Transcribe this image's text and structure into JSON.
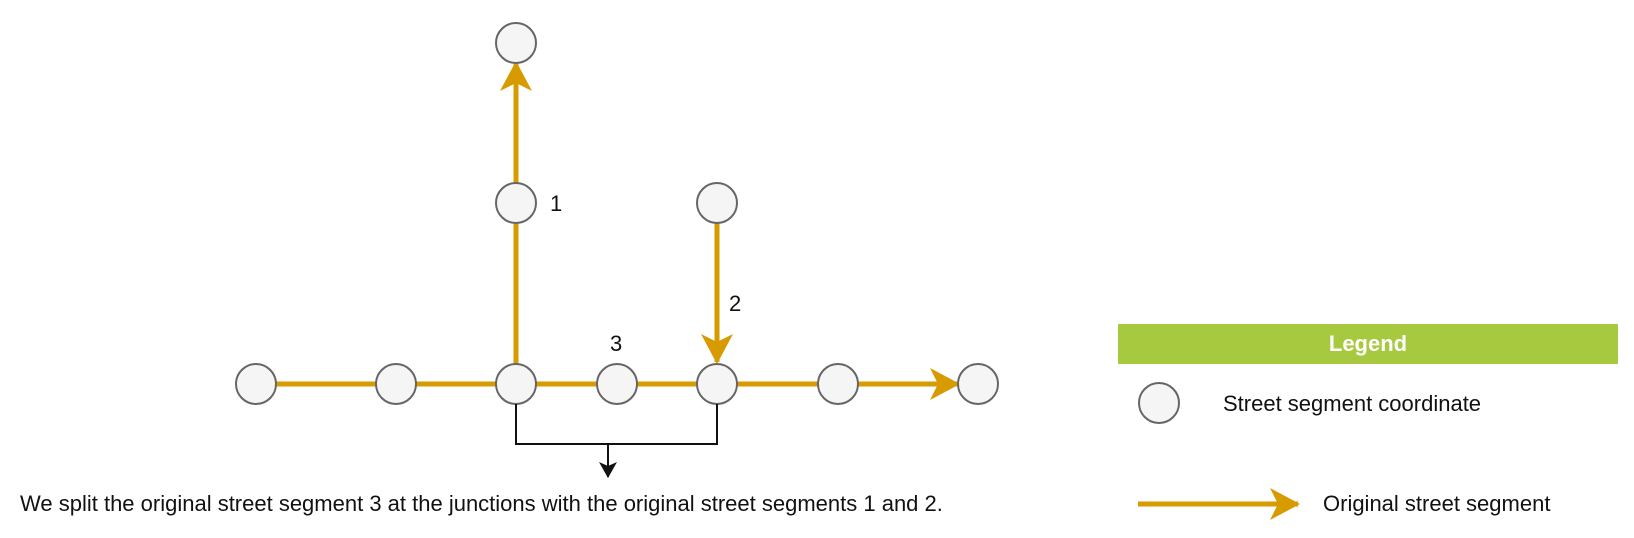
{
  "colors": {
    "segment": "#d79b00",
    "node_fill": "#f5f5f5",
    "node_stroke": "#666666",
    "legend_header": "#a6c940",
    "text": "#111111",
    "bracket": "#111111"
  },
  "diagram": {
    "segment_labels": {
      "s1": "1",
      "s2": "2",
      "s3": "3"
    },
    "caption": "We split the original street segment 3 at the junctions with the original street segments 1 and 2."
  },
  "legend": {
    "title": "Legend",
    "items": [
      {
        "icon": "node-circle-icon",
        "label": "Street segment coordinate"
      },
      {
        "icon": "arrow-icon",
        "label": "Original street segment"
      }
    ]
  }
}
